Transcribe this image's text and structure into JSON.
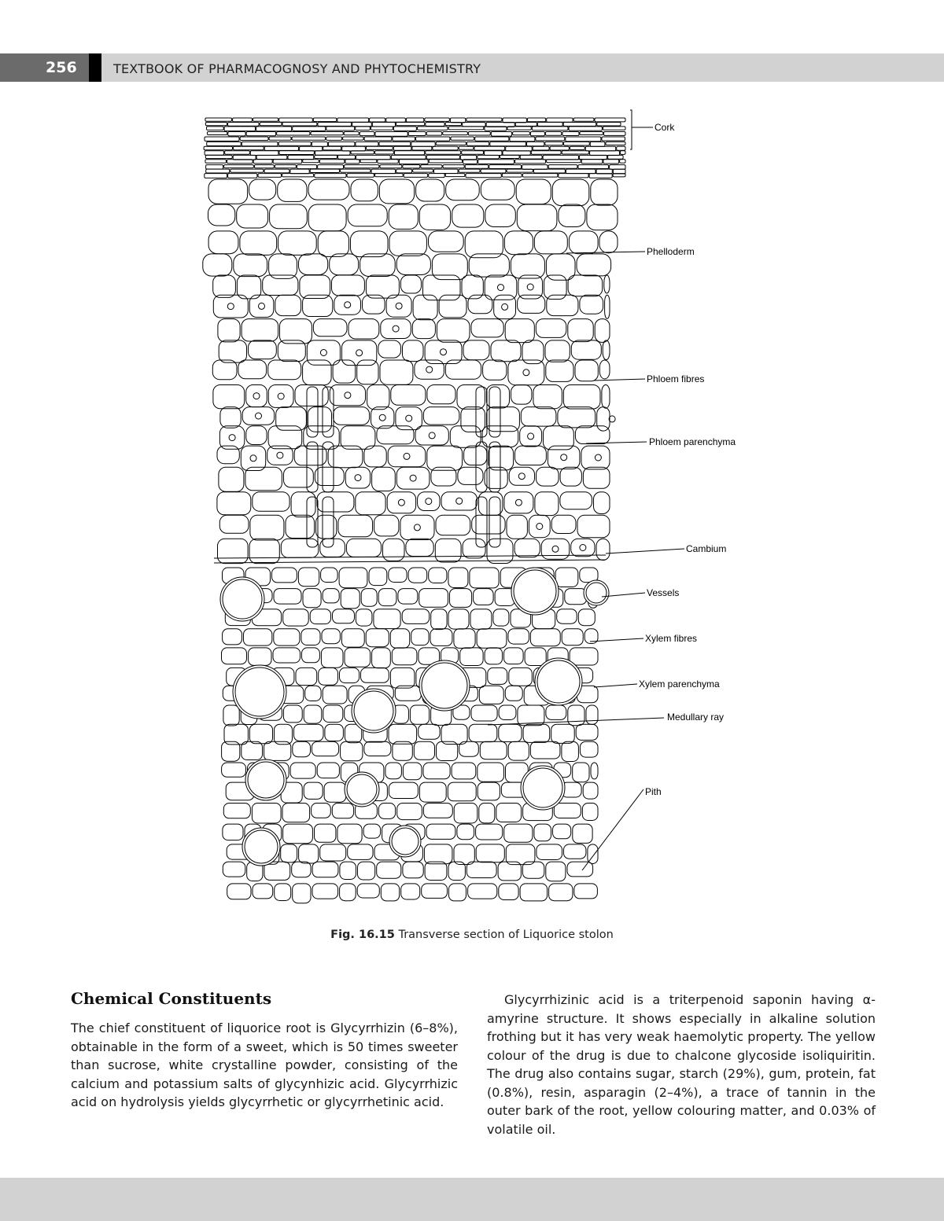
{
  "header": {
    "page_number": "256",
    "running_title": "TEXTBOOK OF PHARMACOGNOSY AND PHYTOCHEMISTRY"
  },
  "figure": {
    "labels": {
      "cork": "Cork",
      "phelloderm": "Phelloderm",
      "phloem_fibres": "Phloem fibres",
      "phloem_parenchyma": "Phloem parenchyma",
      "cambium": "Cambium",
      "vessels": "Vessels",
      "xylem_fibres": "Xylem fibres",
      "xylem_parenchyma": "Xylem parenchyma",
      "medullary_ray": "Medullary ray",
      "pith": "Pith"
    },
    "caption_number": "Fig. 16.15",
    "caption_text": "Transverse section of Liquorice stolon"
  },
  "section": {
    "title": "Chemical Constituents",
    "left_paragraph": "The chief constituent of liquorice root is Glycyrrhizin (6–8%), obtainable in the form of a sweet, which is 50 times sweeter than sucrose, white crystalline powder, consisting of the calcium and potassium salts of glycynhizic acid. Glycyrrhizic acid on hydrolysis yields glycyrrhetic or glycyrrhetinic acid.",
    "right_paragraph": "Glycyrrhizinic acid is a triterpenoid saponin having α-amyrine structure. It shows especially in alkaline solution frothing but it has very weak haemolytic property. The yellow colour of the drug is due to chalcone glycoside isoliquiritin. The drug also contains sugar, starch (29%), gum, protein, fat (0.8%), resin, asparagin (2–4%), a trace of tannin in the outer bark of the root, yellow colouring matter, and 0.03% of volatile oil."
  }
}
